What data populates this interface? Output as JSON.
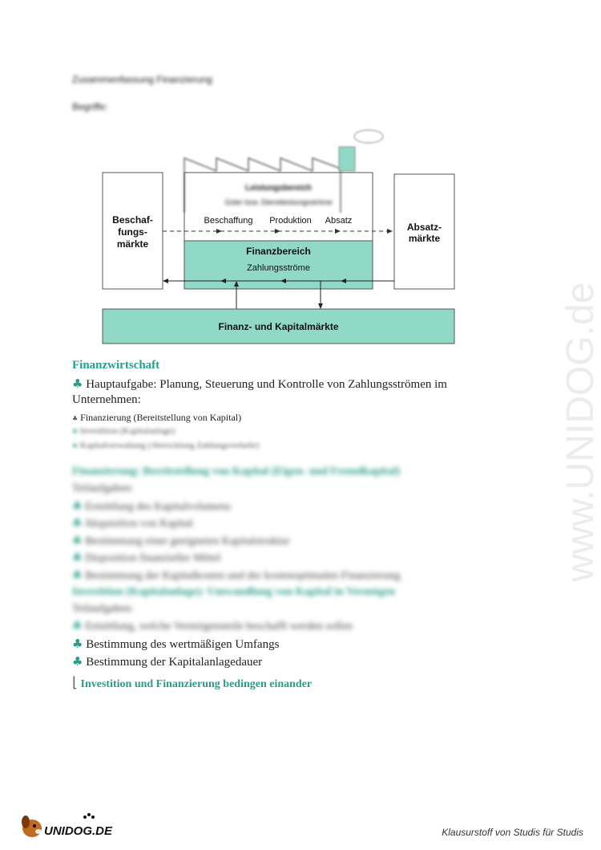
{
  "header": {
    "title": "Zusammenfassung Finanzierung",
    "subtitle": "Begriffe:"
  },
  "diagram": {
    "leistungsbereich": "Leistungsbereich",
    "leistungsbereich_sub": "Güter bzw. Dienstleistungsströme",
    "beschaffungsmaerkte": [
      "Beschaf-",
      "fungs-",
      "märkte"
    ],
    "absatzmaerkte": [
      "Absatz-",
      "märkte"
    ],
    "flow": [
      "Beschaffung",
      "Produktion",
      "Absatz"
    ],
    "finanzbereich": "Finanzbereich",
    "zahlungsstroeme": "Zahlungsströme",
    "kapitalmaerkte": "Finanz- und Kapitalmärkte"
  },
  "section1": {
    "heading": "Finanzwirtschaft",
    "bullet_main": "Hauptaufgabe: Planung, Steuerung und Kontrolle von Zahlungsströmen im",
    "bullet_main_cont": "Unternehmen:",
    "sub_items": [
      "Finanzierung (Bereitstellung von Kapital)",
      "Investition (Kapitalanlage)",
      "Kapitalverwaltung (Abwicklung Zahlungsverkehr)"
    ]
  },
  "section2": {
    "heading": "Finanzierung: Bereitstellung von Kapital (Eigen- und Fremdkapital)",
    "teilaufgaben": "Teilaufgaben:",
    "items": [
      "Ermittlung des Kapitalvolumens",
      "Akquisition von Kapital",
      "Bestimmung einer geeigneten Kapitalstruktur",
      "Disposition finanzieller Mittel",
      "Bestimmung der Kapitalkosten und der kostenoptimalen Finanzierung"
    ]
  },
  "section3": {
    "heading": "Investition (Kapitalanlage): Umwandlung von Kapital in Vermögen",
    "teilaufgaben": "Teilaufgaben:",
    "items": [
      "Ermittlung, welche Vermögensteile beschafft werden sollen",
      "Bestimmung des wertmäßigen Umfangs",
      "Bestimmung der Kapitalanlagedauer"
    ],
    "conclusion": "Investition und Finanzierung bedingen einander"
  },
  "branding": {
    "watermark": "www.UNIDOG.de",
    "logo_text": "UNIDOG.DE",
    "tagline": "Klausurstoff von Studis für Studis"
  },
  "colors": {
    "teal": "#2a9d8a",
    "teal_fill": "#8fd9c6"
  }
}
